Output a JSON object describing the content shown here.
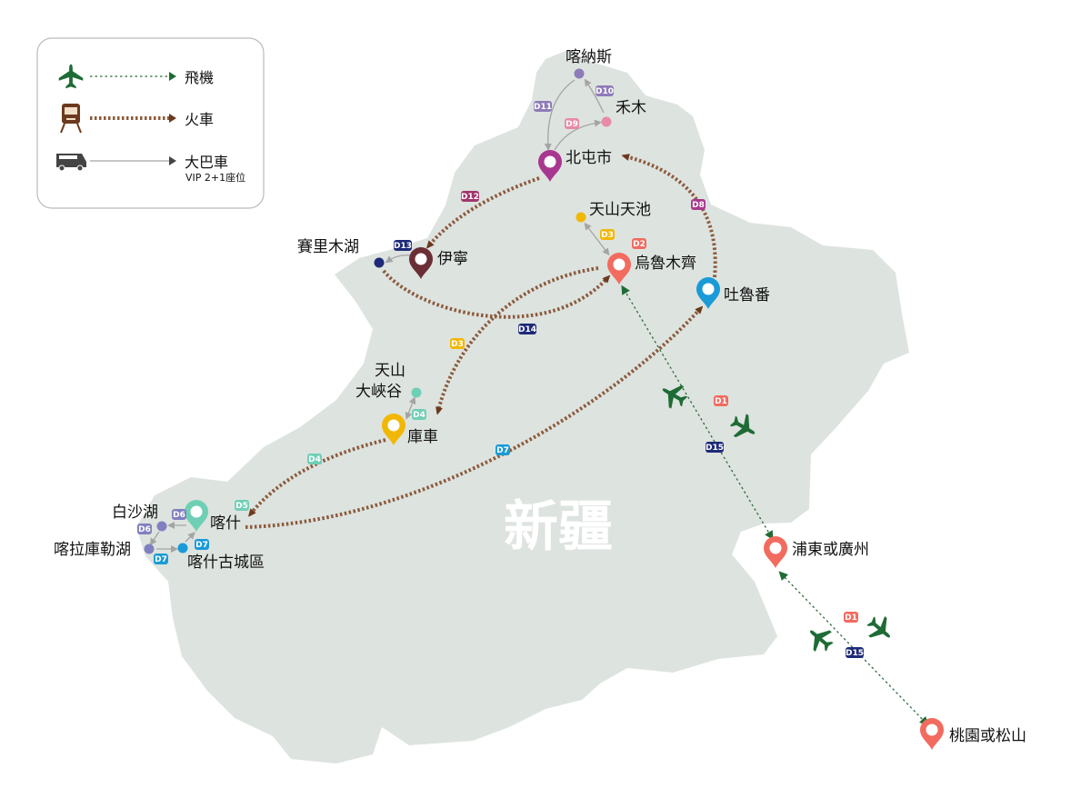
{
  "legend": {
    "plane": "飛機",
    "train": "火車",
    "bus": "大巴車",
    "bus_note": "VIP  2+1座位"
  },
  "region_title": "新疆",
  "cities": {
    "beitun": "北屯市",
    "yining": "伊寧",
    "urumqi": "烏魯木齊",
    "turpan": "吐魯番",
    "kuqa": "庫車",
    "kashgar": "喀什",
    "pudong": "浦東或廣州",
    "taoyuan": "桃園或松山"
  },
  "spots": {
    "kanas": "喀納斯",
    "hemu": "禾木",
    "tianchi": "天山天池",
    "sayram": "賽里木湖",
    "canyon_1": "天山",
    "canyon_2": "大峽谷",
    "baisha": "白沙湖",
    "karakul": "喀拉庫勒湖",
    "oldtown": "喀什古城區"
  },
  "day_badges": [
    "D1",
    "D2",
    "D3",
    "D4",
    "D5",
    "D6",
    "D7",
    "D8",
    "D9",
    "D10",
    "D11",
    "D12",
    "D13",
    "D14",
    "D15"
  ],
  "colors": {
    "land": "#dde3df",
    "train": "#8b5a3c",
    "plane": "#2e6b3a",
    "bus": "#a4a4a4"
  }
}
